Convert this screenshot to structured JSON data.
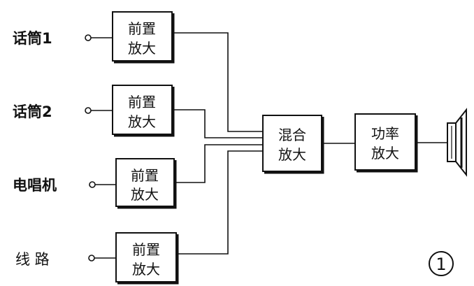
{
  "inputs": [
    {
      "label": "话筒1"
    },
    {
      "label": "话筒2"
    },
    {
      "label": "电唱机"
    },
    {
      "label": "线  路"
    }
  ],
  "preamp": {
    "line1": "前置",
    "line2": "放大"
  },
  "mixer": {
    "line1": "混合",
    "line2": "放大"
  },
  "power_amp": {
    "line1": "功率",
    "line2": "放大"
  },
  "figure_number": "1"
}
